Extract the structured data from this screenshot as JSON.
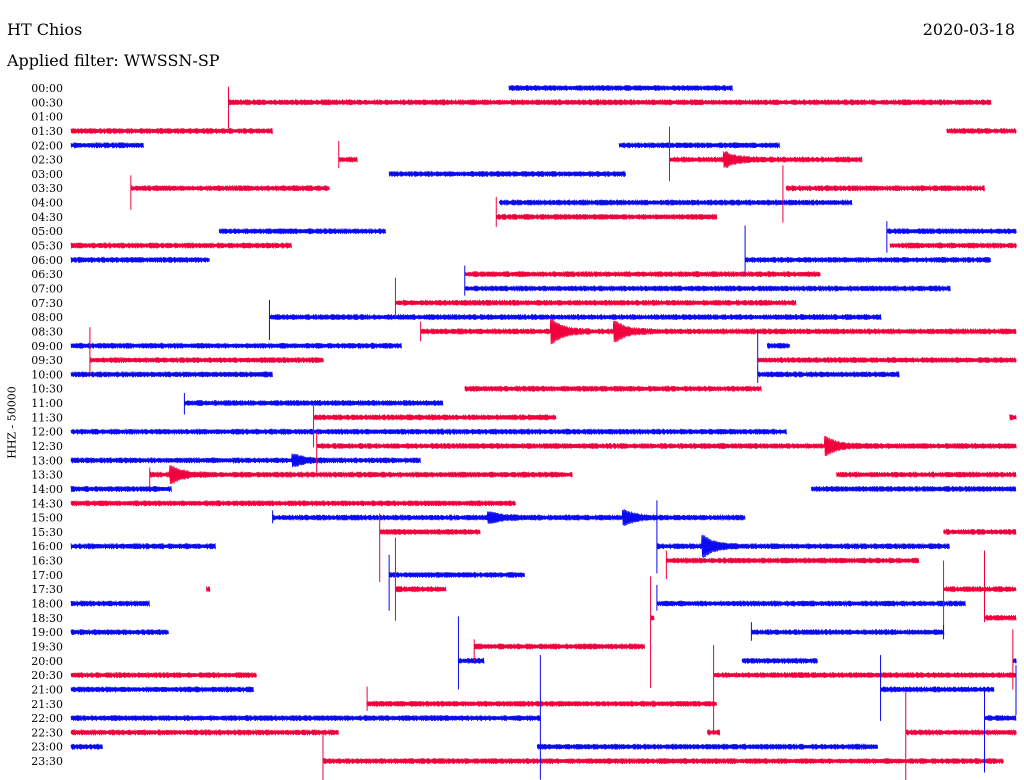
{
  "header": {
    "station": "HT Chios",
    "date": "2020-03-18",
    "filter": "Applied filter: WWSSN-SP"
  },
  "chart_data": {
    "type": "line",
    "title": "HT Chios",
    "subtitle": "Applied filter: WWSSN-SP",
    "ylabel": "HHZ - 50000",
    "row_minutes": 30,
    "colors": {
      "even": "#0a0af0",
      "odd": "#f0003c"
    },
    "rows": [
      {
        "label": "00:00",
        "segments": [
          [
            13.9,
            21.0
          ]
        ]
      },
      {
        "label": "00:30",
        "segments": [
          [
            5.0,
            29.2
          ]
        ]
      },
      {
        "label": "01:00",
        "segments": []
      },
      {
        "label": "01:30",
        "segments": [
          [
            0,
            6.4
          ],
          [
            27.8,
            30
          ]
        ]
      },
      {
        "label": "02:00",
        "segments": [
          [
            0,
            2.3
          ],
          [
            17.4,
            22.5
          ]
        ]
      },
      {
        "label": "02:30",
        "segments": [
          [
            8.5,
            9.1
          ],
          [
            19.0,
            25.1
          ]
        ]
      },
      {
        "label": "03:00",
        "segments": [
          [
            10.1,
            17.6
          ]
        ]
      },
      {
        "label": "03:30",
        "segments": [
          [
            1.9,
            8.2
          ],
          [
            22.7,
            29.0
          ]
        ]
      },
      {
        "label": "04:00",
        "segments": [
          [
            13.6,
            24.8
          ]
        ]
      },
      {
        "label": "04:30",
        "segments": [
          [
            13.5,
            20.5
          ]
        ]
      },
      {
        "label": "05:00",
        "segments": [
          [
            4.7,
            10.0
          ],
          [
            25.9,
            30
          ]
        ]
      },
      {
        "label": "05:30",
        "segments": [
          [
            0,
            7.0
          ],
          [
            26.0,
            30
          ]
        ]
      },
      {
        "label": "06:00",
        "segments": [
          [
            0,
            4.4
          ],
          [
            21.4,
            29.2
          ]
        ]
      },
      {
        "label": "06:30",
        "segments": [
          [
            12.5,
            23.8
          ]
        ]
      },
      {
        "label": "07:00",
        "segments": [
          [
            12.5,
            27.9
          ]
        ]
      },
      {
        "label": "07:30",
        "segments": [
          [
            10.3,
            23.0
          ]
        ]
      },
      {
        "label": "08:00",
        "segments": [
          [
            6.3,
            25.7
          ]
        ]
      },
      {
        "label": "08:30",
        "segments": [
          [
            11.1,
            30
          ]
        ]
      },
      {
        "label": "09:00",
        "segments": [
          [
            0,
            10.5
          ],
          [
            22.1,
            22.8
          ]
        ]
      },
      {
        "label": "09:30",
        "segments": [
          [
            0.6,
            8.0
          ],
          [
            21.8,
            30
          ]
        ]
      },
      {
        "label": "10:00",
        "segments": [
          [
            0,
            6.4
          ],
          [
            21.8,
            26.3
          ]
        ]
      },
      {
        "label": "10:30",
        "segments": [
          [
            12.5,
            21.9
          ]
        ]
      },
      {
        "label": "11:00",
        "segments": [
          [
            3.6,
            11.8
          ]
        ]
      },
      {
        "label": "11:30",
        "segments": [
          [
            7.7,
            15.4
          ],
          [
            29.8,
            30
          ]
        ]
      },
      {
        "label": "12:00",
        "segments": [
          [
            0,
            22.7
          ]
        ]
      },
      {
        "label": "12:30",
        "segments": [
          [
            7.8,
            30
          ]
        ]
      },
      {
        "label": "13:00",
        "segments": [
          [
            0,
            11.1
          ]
        ]
      },
      {
        "label": "13:30",
        "segments": [
          [
            2.5,
            15.9
          ],
          [
            24.3,
            30
          ]
        ]
      },
      {
        "label": "14:00",
        "segments": [
          [
            0,
            3.2
          ],
          [
            23.5,
            30
          ]
        ]
      },
      {
        "label": "14:30",
        "segments": [
          [
            0,
            14.1
          ]
        ]
      },
      {
        "label": "15:00",
        "segments": [
          [
            6.4,
            21.4
          ]
        ]
      },
      {
        "label": "15:30",
        "segments": [
          [
            9.8,
            13.0
          ],
          [
            27.7,
            30
          ]
        ]
      },
      {
        "label": "16:00",
        "segments": [
          [
            0,
            4.6
          ],
          [
            18.6,
            27.9
          ]
        ]
      },
      {
        "label": "16:30",
        "segments": [
          [
            18.9,
            26.9
          ]
        ]
      },
      {
        "label": "17:00",
        "segments": [
          [
            10.1,
            14.4
          ]
        ]
      },
      {
        "label": "17:30",
        "segments": [
          [
            4.3,
            4.4
          ],
          [
            10.3,
            11.9
          ],
          [
            27.7,
            30
          ]
        ]
      },
      {
        "label": "18:00",
        "segments": [
          [
            0,
            2.5
          ],
          [
            18.6,
            28.4
          ]
        ]
      },
      {
        "label": "18:30",
        "segments": [
          [
            18.4,
            18.5
          ],
          [
            29.0,
            30
          ]
        ]
      },
      {
        "label": "19:00",
        "segments": [
          [
            0,
            3.1
          ],
          [
            21.6,
            27.7
          ]
        ]
      },
      {
        "label": "19:30",
        "segments": [
          [
            12.8,
            18.2
          ]
        ]
      },
      {
        "label": "20:00",
        "segments": [
          [
            12.3,
            13.1
          ],
          [
            21.3,
            23.7
          ],
          [
            29.9,
            30
          ]
        ]
      },
      {
        "label": "20:30",
        "segments": [
          [
            0,
            5.9
          ],
          [
            20.4,
            30
          ]
        ]
      },
      {
        "label": "21:00",
        "segments": [
          [
            0,
            5.8
          ],
          [
            25.7,
            29.3
          ]
        ]
      },
      {
        "label": "21:30",
        "segments": [
          [
            9.4,
            20.5
          ]
        ]
      },
      {
        "label": "22:00",
        "segments": [
          [
            0,
            14.9
          ],
          [
            29.0,
            30
          ]
        ]
      },
      {
        "label": "22:30",
        "segments": [
          [
            0,
            8.5
          ],
          [
            20.2,
            20.6
          ],
          [
            26.5,
            30
          ]
        ]
      },
      {
        "label": "23:00",
        "segments": [
          [
            0,
            1.0
          ],
          [
            14.8,
            25.6
          ]
        ]
      },
      {
        "label": "23:30",
        "segments": [
          [
            8.0,
            29.6
          ]
        ]
      }
    ],
    "events": [
      {
        "row": 17,
        "minute": 15.3,
        "amp": 0.7
      },
      {
        "row": 17,
        "minute": 17.3,
        "amp": 0.6
      },
      {
        "row": 25,
        "minute": 24.0,
        "amp": 0.5
      },
      {
        "row": 30,
        "minute": 13.3,
        "amp": 0.3
      },
      {
        "row": 30,
        "minute": 17.6,
        "amp": 0.4
      },
      {
        "row": 32,
        "minute": 20.1,
        "amp": 0.6
      },
      {
        "row": 5,
        "minute": 20.8,
        "amp": 0.4
      },
      {
        "row": 27,
        "minute": 3.2,
        "amp": 0.5
      },
      {
        "row": 26,
        "minute": 7.1,
        "amp": 0.3
      }
    ],
    "spikes": [
      [
        1,
        5.0,
        1.1,
        1.8
      ],
      [
        5,
        8.5,
        1.3,
        0.6
      ],
      [
        5,
        19.0,
        2.3,
        1.5
      ],
      [
        7,
        1.9,
        0.9,
        1.5
      ],
      [
        7,
        22.6,
        1.6,
        2.4
      ],
      [
        9,
        13.5,
        1.4,
        0.7
      ],
      [
        10,
        25.9,
        0.7,
        1.5
      ],
      [
        12,
        21.4,
        2.4,
        1.0
      ],
      [
        14,
        12.5,
        1.6,
        0.5
      ],
      [
        15,
        10.3,
        1.75,
        1.05
      ],
      [
        16,
        6.3,
        1.2,
        1.6
      ],
      [
        17,
        11.1,
        0.7,
        0.7
      ],
      [
        19,
        0.6,
        2.3,
        1.0
      ],
      [
        20,
        21.8,
        3.0,
        0.6
      ],
      [
        22,
        3.6,
        0.7,
        0.8
      ],
      [
        23,
        7.7,
        1.0,
        2.1
      ],
      [
        25,
        7.8,
        1.0,
        2.1
      ],
      [
        27,
        2.5,
        0.5,
        0.9
      ],
      [
        30,
        6.4,
        0.5,
        0.4
      ],
      [
        31,
        9.8,
        1.3,
        3.5
      ],
      [
        32,
        18.6,
        3.2,
        1.9
      ],
      [
        33,
        18.9,
        0.7,
        1.3
      ],
      [
        34,
        10.1,
        1.4,
        2.5
      ],
      [
        35,
        10.3,
        3.6,
        2.2
      ],
      [
        35,
        27.7,
        2.0,
        2.9
      ],
      [
        36,
        18.6,
        1.3,
        0.5
      ],
      [
        37,
        18.4,
        2.9,
        4.9
      ],
      [
        37,
        29.0,
        4.7,
        0.3
      ],
      [
        38,
        27.7,
        0.5,
        0.5
      ],
      [
        38,
        21.6,
        0.7,
        0.6
      ],
      [
        39,
        12.8,
        0.5,
        1.0
      ],
      [
        40,
        12.3,
        3.1,
        2.0
      ],
      [
        41,
        20.4,
        2.1,
        3.9
      ],
      [
        41,
        29.9,
        3.2,
        1.0
      ],
      [
        42,
        25.7,
        2.4,
        2.2
      ],
      [
        42,
        30.0,
        1.7,
        1.8
      ],
      [
        43,
        9.4,
        1.2,
        0.5
      ],
      [
        44,
        14.9,
        4.4,
        4.3
      ],
      [
        44,
        29.0,
        2.0,
        3.8
      ],
      [
        45,
        26.5,
        2.8,
        3.4
      ],
      [
        47,
        8.0,
        2.0,
        1.4
      ]
    ]
  }
}
